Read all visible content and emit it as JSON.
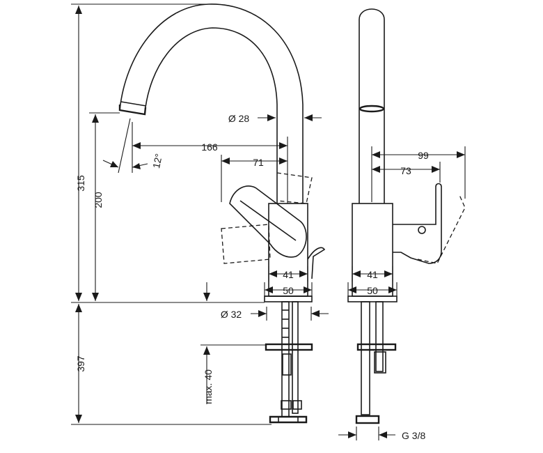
{
  "dimensions": {
    "total_height": "315",
    "spout_height": "200",
    "spout_reach": "166",
    "handle_offset": "71",
    "spout_diameter": "Ø 28",
    "angle": "12°",
    "base_inner": "41",
    "base_outer": "50",
    "body_diameter": "Ø 32",
    "underside_length": "397",
    "max_thickness": "max. 40",
    "side_handle_reach": "99",
    "side_handle_inner": "73",
    "side_base_inner": "41",
    "side_base_outer": "50",
    "thread": "G 3/8"
  }
}
